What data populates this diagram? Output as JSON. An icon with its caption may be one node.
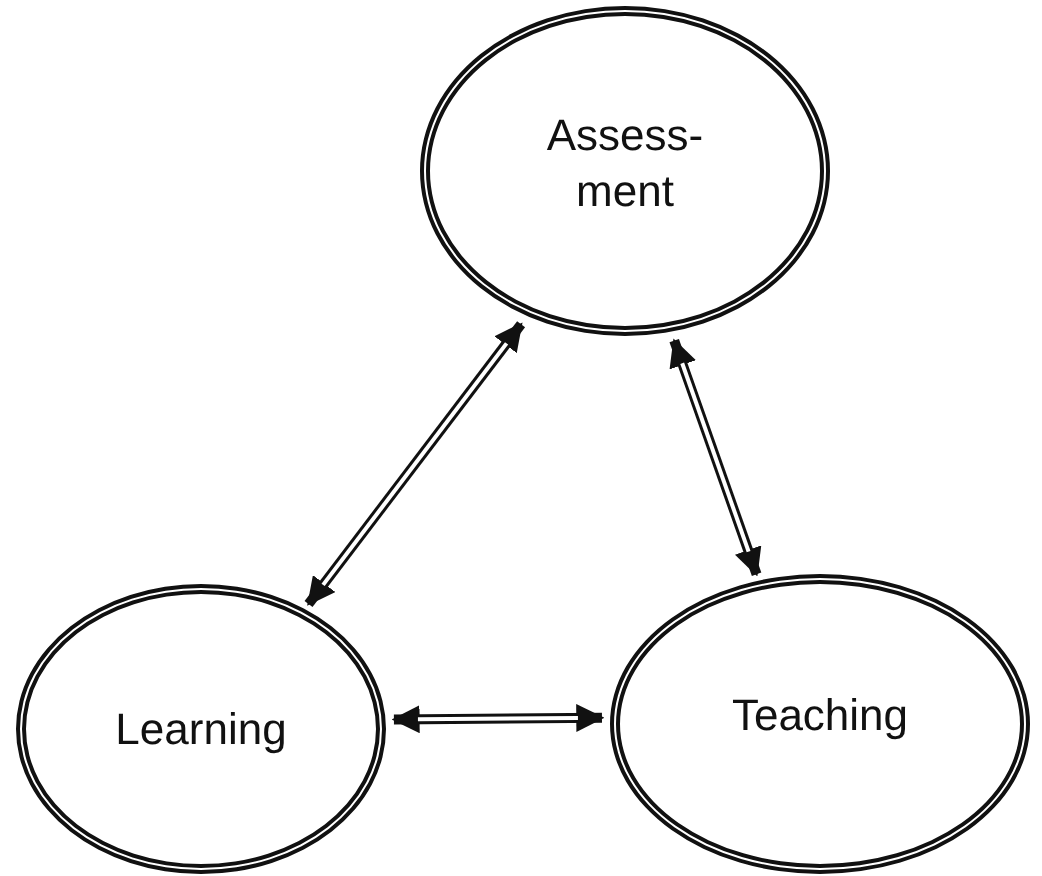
{
  "diagram": {
    "nodes": [
      {
        "text": [
          "Assess- ment"
        ]
      },
      {
        "text": [
          "Learning"
        ]
      },
      {
        "text": [
          "Teaching"
        ]
      }
    ],
    "edges": [
      {
        "from": 0,
        "to": 1,
        "arrow": "both"
      },
      {
        "from": 0,
        "to": 2,
        "arrow": "both"
      },
      {
        "from": 1,
        "to": 2,
        "arrow": "both"
      }
    ]
  }
}
